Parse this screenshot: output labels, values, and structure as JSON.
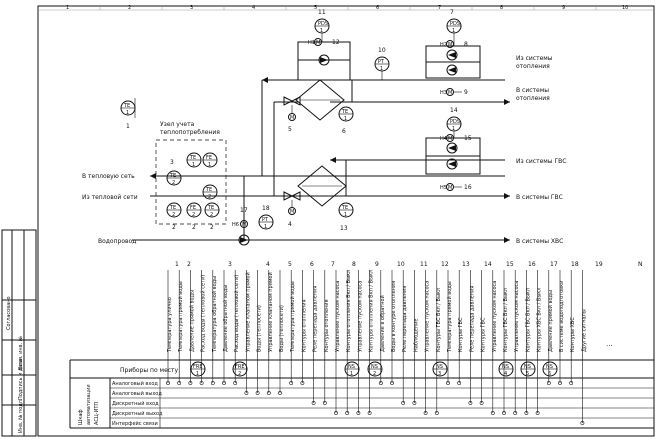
{
  "diagram": {
    "grid_numbers": [
      "1",
      "2",
      "3",
      "4",
      "5",
      "6",
      "7",
      "8",
      "9",
      "10"
    ],
    "node_label": [
      "Узел учета",
      "теплопотребления"
    ],
    "lines": {
      "to_heat_network": "В тепловую сеть",
      "from_heat_network": "Из тепловой сети",
      "water_supply": "Водопровод",
      "from_heating_1": [
        "Из системы",
        "отопления"
      ],
      "to_heating": [
        "В системы",
        "отопления"
      ],
      "from_dhw": "Из системы ГВС",
      "to_dhw": "В системы ГВС",
      "to_cold_water": "В системы ХВС"
    },
    "instruments": {
      "t1": {
        "top": "TE",
        "bottom": "1"
      },
      "t10": {
        "top": "PT",
        "bottom": "1"
      },
      "t6": {
        "top": "TE",
        "bottom": "1"
      },
      "t13": {
        "top": "TE",
        "bottom": "1"
      },
      "t18": {
        "top": "PT",
        "bottom": "1"
      },
      "pds1": {
        "top": "PDS",
        "bottom": "1"
      },
      "pds2": {
        "top": "PDS",
        "bottom": "1"
      },
      "pds3": {
        "top": "PDS",
        "bottom": "1"
      },
      "m1": {
        "top": "TE",
        "bottom": "1"
      },
      "m2": {
        "top": "FE",
        "bottom": "1"
      },
      "m3": {
        "top": "TE",
        "bottom": "2"
      },
      "m4": {
        "top": "TE",
        "bottom": "2"
      },
      "m5": {
        "top": "TE",
        "bottom": "2"
      },
      "m6": {
        "top": "FE",
        "bottom": "2"
      },
      "m7": {
        "top": "TE",
        "bottom": "2"
      }
    },
    "motor_label": "M",
    "pump_labels": [
      "H1",
      "H2",
      "H3",
      "H4",
      "H5",
      "H6"
    ],
    "numbers": [
      "1",
      "2",
      "3",
      "4",
      "5",
      "6",
      "7",
      "8",
      "9",
      "10",
      "11",
      "12",
      "13",
      "14",
      "15",
      "16",
      "17",
      "18"
    ],
    "column_numbers": [
      "1",
      "2",
      "3",
      "4",
      "5",
      "6",
      "7",
      "8",
      "9",
      "10",
      "11",
      "12",
      "13",
      "14",
      "15",
      "16",
      "17",
      "18",
      "19",
      "N"
    ],
    "column_texts": [
      "Температура улично",
      "Температура прямой воды",
      "Давление прямой воды",
      "Расход воды (тепловой сети)",
      "Температура обратной воды",
      "Давление обратной воды",
      "Расход воды (тепловой сети)",
      "Управление клапаном прямой",
      "Воды (теплосети)",
      "Управление клапаном прямой",
      "Воды (теплосети)",
      "Температура прямой воды",
      "Контуры отопления",
      "Реле перепада давления",
      "Контуры отопления",
      "Управление пуском насоса",
      "Контуры отопления Вкл / Выкл",
      "Управление пуском насоса",
      "Контуры отопления Вкл / Выкл",
      "Давление в обратной",
      "Воды в контуре отопления",
      "Реле перепада давления",
      "Наблюдение",
      "Управление пуском насоса",
      "Контуры ГВС Вкл / Выкл",
      "Температура прямой воды",
      "Контуры ГВС",
      "Реле перепада давления",
      "Контуры ГВС",
      "Управление пуском насоса",
      "Контуры ГВС Вкл / Выкл",
      "Управление пуском насоса",
      "Контуры ГВС Вкл / Выкл",
      "Контуры ХВС Вкл / Выкл",
      "Давление прямой воды",
      "В системе водоподготовки",
      "Контуры ХВС",
      "Другие сигналы"
    ],
    "table": {
      "header_label": "Приборы по месту",
      "side_label": [
        "Шкаф",
        "автоматизации",
        "АСЦ-ИТП"
      ],
      "rows": [
        "Аналоговый вход",
        "Аналоговый выход",
        "Дискретный вход",
        "Дискретный выход",
        "Интерфейс связи"
      ],
      "row_dots": "...",
      "field_tags": [
        {
          "top": "FRE",
          "bottom": "1"
        },
        {
          "top": "FRE",
          "bottom": "2"
        },
        {
          "top": "NS",
          "bottom": "1"
        },
        {
          "top": "NS",
          "bottom": "2"
        },
        {
          "top": "NS",
          "bottom": "3"
        },
        {
          "top": "NS",
          "bottom": "4"
        },
        {
          "top": "NS",
          "bottom": "5"
        },
        {
          "top": "NS",
          "bottom": "6"
        }
      ]
    },
    "stamp_labels": [
      "Согласовано",
      "Взам. инв. №",
      "Подпись и дата",
      "Инв. № подл."
    ]
  }
}
